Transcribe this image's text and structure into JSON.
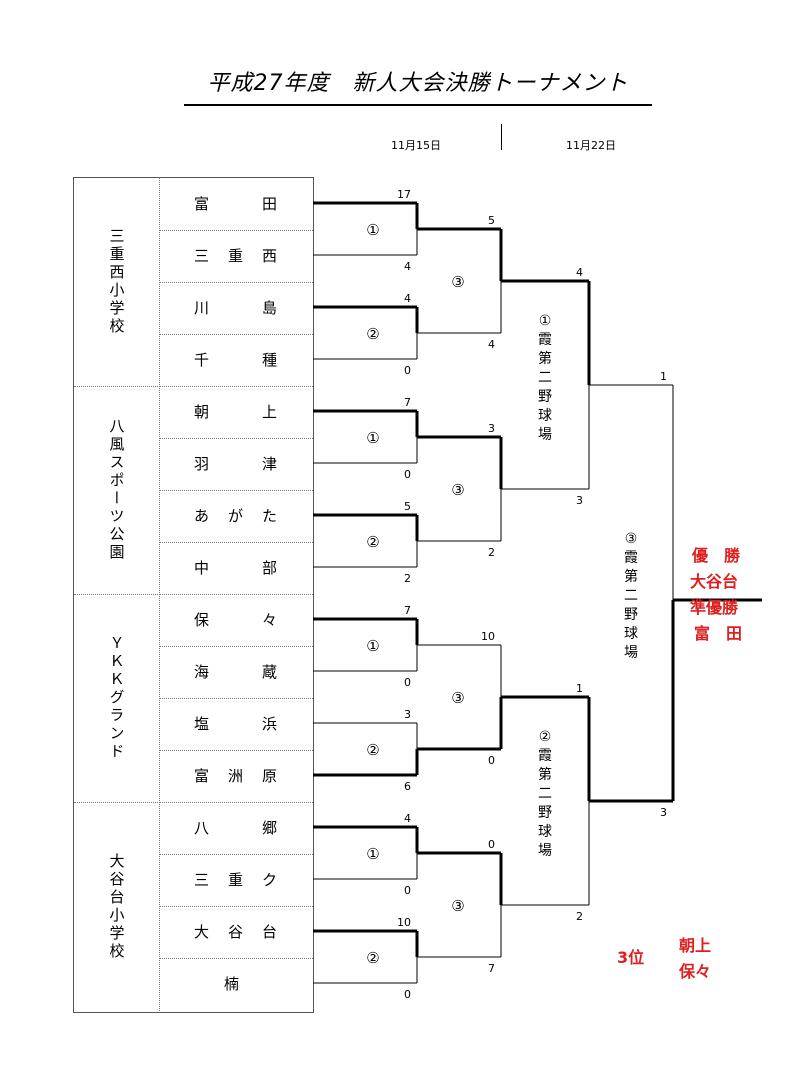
{
  "title": "平成27年度　新人大会決勝トーナメント",
  "dates": {
    "round1": "11月15日",
    "round2": "11月22日"
  },
  "venues": [
    "三重西小学校",
    "八風スポーツ公園",
    "ＹＫＫグランド",
    "大谷台小学校"
  ],
  "teams": [
    [
      "富",
      "田"
    ],
    [
      "三",
      "重",
      "西"
    ],
    [
      "川",
      "島"
    ],
    [
      "千",
      "種"
    ],
    [
      "朝",
      "上"
    ],
    [
      "羽",
      "津"
    ],
    [
      "あ",
      "が",
      "た"
    ],
    [
      "中",
      "部"
    ],
    [
      "保",
      "々"
    ],
    [
      "海",
      "蔵"
    ],
    [
      "塩",
      "浜"
    ],
    [
      "富",
      "洲",
      "原"
    ],
    [
      "八",
      "郷"
    ],
    [
      "三",
      "重",
      "ク"
    ],
    [
      "大",
      "谷",
      "台"
    ],
    [
      "楠"
    ]
  ],
  "round1_scores": [
    "17",
    "4",
    "4",
    "0",
    "7",
    "0",
    "5",
    "2",
    "7",
    "0",
    "3",
    "6",
    "4",
    "0",
    "10",
    "0"
  ],
  "round2_scores": [
    "5",
    "4",
    "3",
    "2",
    "10",
    "0",
    "0",
    "7"
  ],
  "semi_scores": [
    "4",
    "3",
    "1",
    "2"
  ],
  "final_scores": [
    "1",
    "3"
  ],
  "match_marks": {
    "one": "①",
    "two": "②",
    "three": "③"
  },
  "semi_venues": [
    "①霞第二野球場",
    "②霞第二野球場"
  ],
  "final_venue": "③霞第二野球場",
  "results": {
    "champion_label": "優　勝",
    "champion": "大谷台",
    "runner_up_label": "準優勝",
    "runner_up": "富　田",
    "third_label": "3位",
    "third_teams": [
      "朝上",
      "保々"
    ]
  },
  "colors": {
    "line": "#000000",
    "result": "#e02020",
    "border": "#555555"
  }
}
